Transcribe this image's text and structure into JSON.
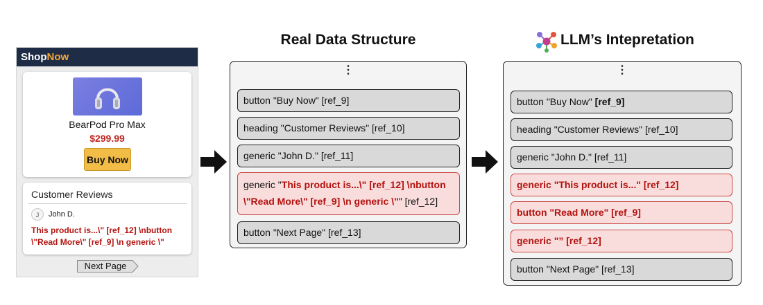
{
  "phone": {
    "brand_prefix": "Shop",
    "brand_suffix": "Now",
    "product_name": "BearPod Pro Max",
    "product_price": "$299.99",
    "buy_label": "Buy Now",
    "reviews_title": "Customer Reviews",
    "avatar_initial": "J",
    "reviewer_name": "John D.",
    "review_line1": "This product is...\\\" [ref_12] \\nbutton",
    "review_line2": "\\\"Read More\\\" [ref_9] \\n generic \\\"",
    "next_label": "Next Page"
  },
  "real": {
    "title": "Real Data Structure",
    "vdots": "⋮",
    "n1": "button \"Buy Now\" [ref_9]",
    "n2": "heading \"Customer Reviews\" [ref_10]",
    "n3": "generic \"John D.\" [ref_11]",
    "n4_prefix": "generic \"",
    "n4_red1": "This product is...\\\" [ref_12] \\nbutton",
    "n4_red2": "\\\"Read More\\\" [ref_9] \\n generic \\\"",
    "n4_suffix": "\" [ref_12]",
    "n5": "button \"Next Page\" [ref_13]"
  },
  "llm": {
    "title": "LLM’s Intepretation",
    "icon": "network-icon",
    "vdots": "⋮",
    "n1_prefix": "button \"Buy Now\" ",
    "n1_ref": "[ref_9]",
    "n2": "heading \"Customer Reviews\" [ref_10]",
    "n3": "generic \"John D.\" [ref_11]",
    "n4": "generic \"This product is...\" [ref_12]",
    "n5": "button \"Read More\" [ref_9]",
    "n6": "generic \"” [ref_12]",
    "n7": "button \"Next Page\" [ref_13]"
  },
  "colors": {
    "header_bg": "#1f2c45",
    "accent_orange": "#f3a83b",
    "price_red": "#c0271f",
    "highlight_red_text": "#b3130f",
    "highlight_red_bg": "#f9dcdc",
    "node_gray": "#d9d9d9"
  }
}
